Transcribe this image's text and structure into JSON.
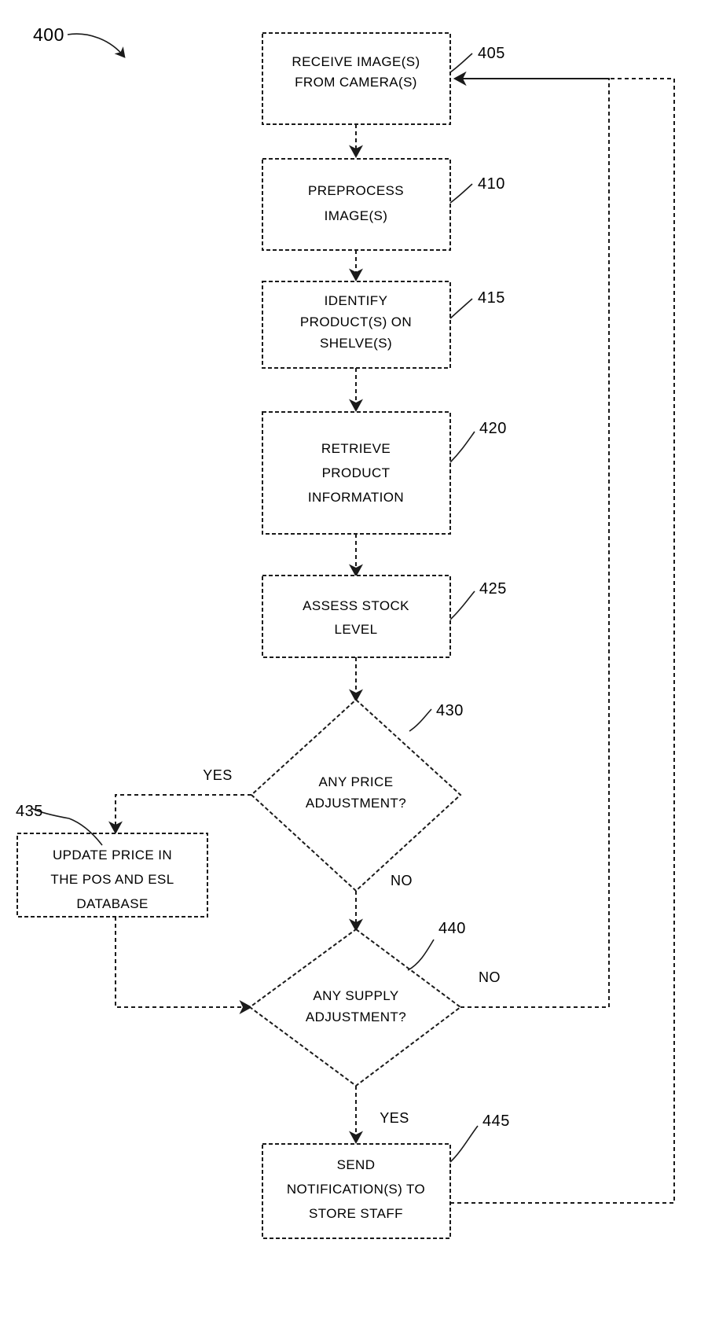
{
  "figure": {
    "number": "400",
    "type": "flowchart",
    "background_color": "#ffffff",
    "line_color": "#1a1a1a"
  },
  "nodes": [
    {
      "ref": "405",
      "shape": "process",
      "lines": [
        "RECEIVE IMAGE(S)",
        "FROM CAMERA(S)"
      ]
    },
    {
      "ref": "410",
      "shape": "process",
      "lines": [
        "PREPROCESS",
        "IMAGE(S)"
      ]
    },
    {
      "ref": "415",
      "shape": "process",
      "lines": [
        "IDENTIFY",
        "PRODUCT(S) ON",
        "SHELVE(S)"
      ]
    },
    {
      "ref": "420",
      "shape": "process",
      "lines": [
        "RETRIEVE",
        "PRODUCT",
        "INFORMATION"
      ]
    },
    {
      "ref": "425",
      "shape": "process",
      "lines": [
        "ASSESS STOCK",
        "LEVEL"
      ]
    },
    {
      "ref": "430",
      "shape": "decision",
      "lines": [
        "ANY PRICE",
        "ADJUSTMENT?"
      ]
    },
    {
      "ref": "435",
      "shape": "process",
      "lines": [
        "UPDATE PRICE IN",
        "THE POS AND ESL",
        "DATABASE"
      ]
    },
    {
      "ref": "440",
      "shape": "decision",
      "lines": [
        "ANY SUPPLY",
        "ADJUSTMENT?"
      ]
    },
    {
      "ref": "445",
      "shape": "process",
      "lines": [
        "SEND",
        "NOTIFICATION(S) TO",
        "STORE STAFF"
      ]
    }
  ],
  "edge_labels": {
    "price_yes": "YES",
    "price_no": "NO",
    "supply_no": "NO",
    "supply_yes": "YES"
  }
}
